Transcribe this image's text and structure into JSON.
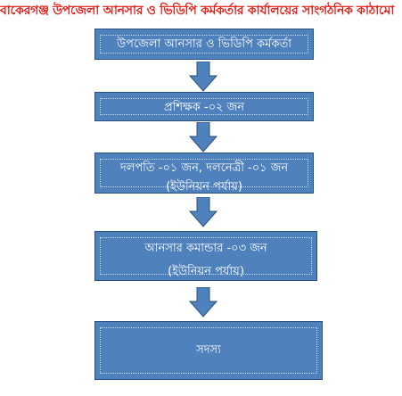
{
  "title": "বাকেরগঞ্জ উপজেলা আনসার ও ভিডিপি কর্মকর্তার কার্যালয়ের সাংগঠনিক কাঠামো",
  "boxes": [
    {
      "line1": "উপজেলা আনসার ও ভিডিপি কর্মকর্তা"
    },
    {
      "line1": "প্রশিক্ষক -০২ জন"
    },
    {
      "line1": "দলপতি -০১ জন, দলনেত্রী -০১ জন",
      "line2": "(ইউনিয়ন পর্যায়)"
    },
    {
      "line1": "আনসার কমান্ডার -০৩ জন",
      "line2": "(ইউনিয়ন পর্যায়)"
    },
    {
      "line1": "সদস্য"
    }
  ],
  "colors": {
    "title": "#e0211c",
    "box_fill": "#4f81bd",
    "box_border": "#2a4f7e",
    "arrow_fill": "#4f81bd"
  }
}
